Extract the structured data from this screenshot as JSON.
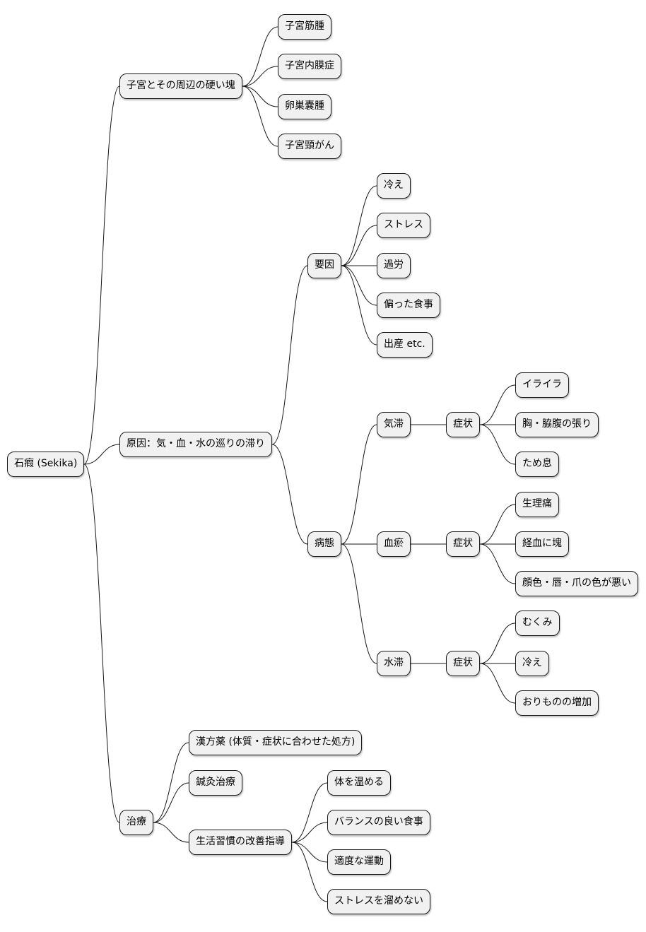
{
  "mindmap": {
    "root": "石瘕 (Sekika)",
    "hard_mass": {
      "label": "子宮とその周辺の硬い塊",
      "items": [
        "子宮筋腫",
        "子宮内膜症",
        "卵巣嚢腫",
        "子宮頸がん"
      ]
    },
    "cause": {
      "label": "原因：気・血・水の巡りの滞り",
      "factors": {
        "label": "要因",
        "items": [
          "冷え",
          "ストレス",
          "過労",
          "偏った食事",
          "出産 etc."
        ]
      },
      "pathology": {
        "label": "病態",
        "qi": {
          "label": "気滞",
          "symptom_label": "症状",
          "symptoms": [
            "イライラ",
            "胸・脇腹の張り",
            "ため息"
          ]
        },
        "blood": {
          "label": "血瘀",
          "symptom_label": "症状",
          "symptoms": [
            "生理痛",
            "経血に塊",
            "顔色・唇・爪の色が悪い"
          ]
        },
        "water": {
          "label": "水滞",
          "symptom_label": "症状",
          "symptoms": [
            "むくみ",
            "冷え",
            "おりものの増加"
          ]
        }
      }
    },
    "treatment": {
      "label": "治療",
      "kampo": "漢方薬 (体質・症状に合わせた処方)",
      "acupuncture": "鍼灸治療",
      "lifestyle": {
        "label": "生活習慣の改善指導",
        "items": [
          "体を温める",
          "バランスの良い食事",
          "適度な運動",
          "ストレスを溜めない"
        ]
      }
    }
  }
}
